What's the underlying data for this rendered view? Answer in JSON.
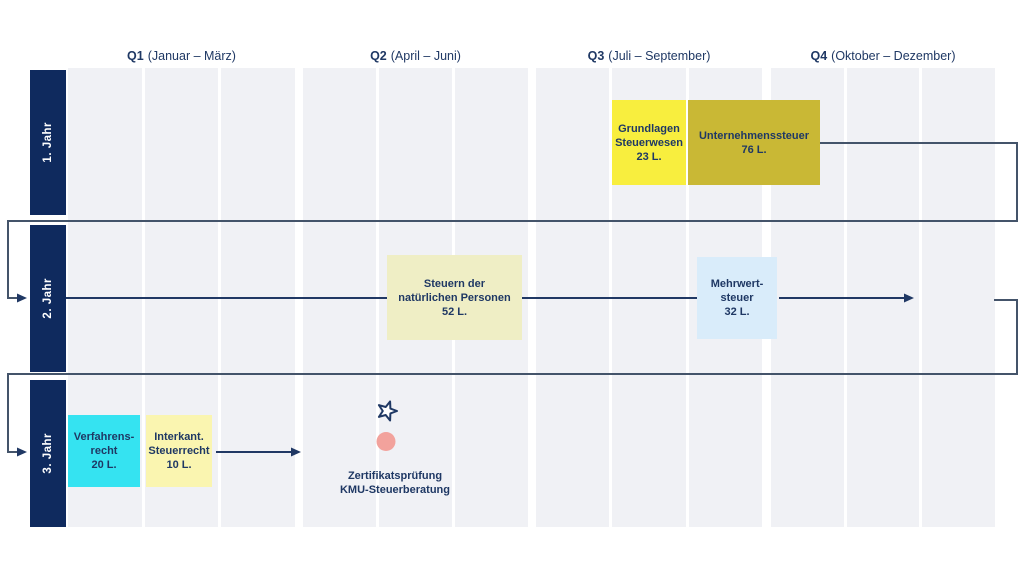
{
  "header": {
    "quarters": [
      {
        "q": "Q1",
        "range": "(Januar – März)"
      },
      {
        "q": "Q2",
        "range": "(April – Juni)"
      },
      {
        "q": "Q3",
        "range": "(Juli – September)"
      },
      {
        "q": "Q4",
        "range": "(Oktober – Dezember)"
      }
    ]
  },
  "years": [
    {
      "label": "1. Jahr"
    },
    {
      "label": "2. Jahr"
    },
    {
      "label": "3. Jahr"
    }
  ],
  "courses": {
    "grundlagen": {
      "name": "Grundlagen\nSteuerwesen",
      "lessons": "23 L."
    },
    "unternehmenssteuer": {
      "name": "Unternehmenssteuer",
      "lessons": "76 L."
    },
    "steuern_np": {
      "name": "Steuern der\nnatürlichen Personen",
      "lessons": "52 L."
    },
    "mehrwertsteuer": {
      "name": "Mehrwert-\nsteuer",
      "lessons": "32 L."
    },
    "verfahrensrecht": {
      "name": "Verfahrens-\nrecht",
      "lessons": "20 L."
    },
    "interkant": {
      "name": "Interkant.\nSteuerrecht",
      "lessons": "10 L."
    }
  },
  "milestone": {
    "caption": "Zertifikatsprüfung\nKMU-Steuerberatung"
  },
  "colors": {
    "navy_text": "#1F3864",
    "year_bar": "#0F2A5E",
    "column_bg": "#F0F1F5",
    "connector": "#44546A",
    "arrow": "#203864",
    "course_grundlagen": "#F8EE3E",
    "course_unternehmenssteuer": "#C9B835",
    "course_steuern_np": "#EFEEC5",
    "course_mehrwertsteuer": "#D9ECFA",
    "course_verfahrensrecht": "#35E3F1",
    "course_interkant": "#FAF5B0",
    "milestone_dot": "#F2A29C"
  }
}
